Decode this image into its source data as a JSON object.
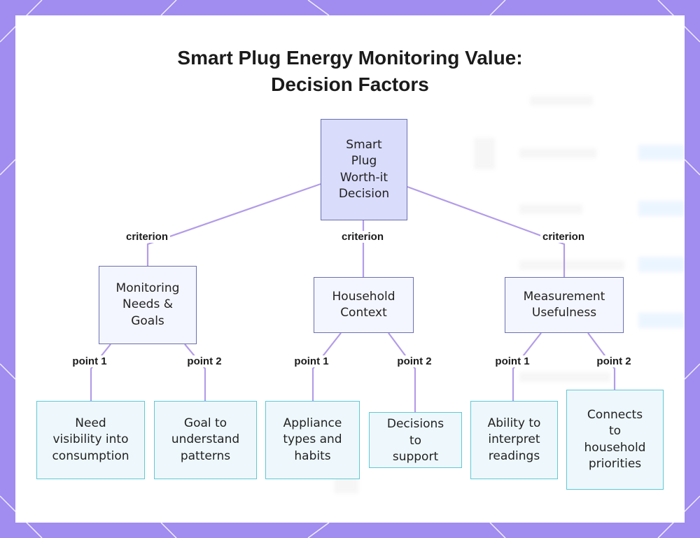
{
  "title": {
    "line1": "Smart Plug Energy Monitoring Value:",
    "line2": "Decision Factors"
  },
  "colors": {
    "frame": "#a18cf0",
    "root_fill": "#d9dcfb",
    "node_border": "#6a6fb0",
    "leaf_fill": "#eef8fc",
    "leaf_border": "#5fc8d5",
    "edge": "#b39ce8"
  },
  "diagram": {
    "root": "Smart\nPlug\nWorth-it\nDecision",
    "criterion_label": "criterion",
    "point1_label": "point 1",
    "point2_label": "point 2",
    "branches": [
      {
        "label": "Monitoring\nNeeds &\nGoals",
        "leaves": [
          "Need\nvisibility into\nconsumption",
          "Goal to\nunderstand\npatterns"
        ]
      },
      {
        "label": "Household\nContext",
        "leaves": [
          "Appliance\ntypes and\nhabits",
          "Decisions\nto\nsupport"
        ]
      },
      {
        "label": "Measurement\nUsefulness",
        "leaves": [
          "Ability to\ninterpret\nreadings",
          "Connects\nto\nhousehold\npriorities"
        ]
      }
    ]
  }
}
